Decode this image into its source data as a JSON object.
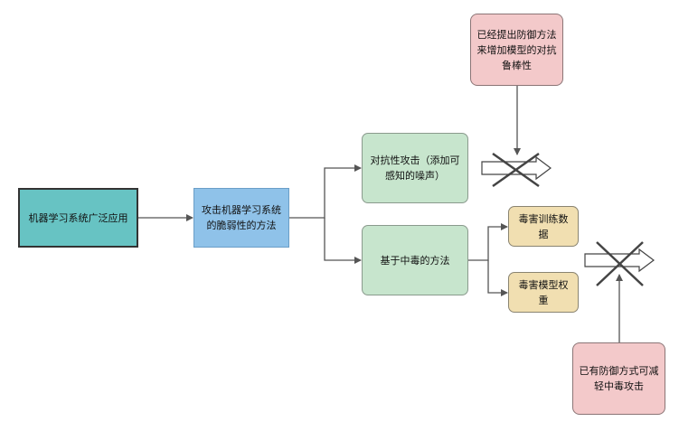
{
  "nodes": {
    "root": "机器学习系统广泛应用",
    "attack": "攻击机器学习系统的脆弱性的方法",
    "adversarial": "对抗性攻击（添加可感知的噪声）",
    "poisoning": "基于中毒的方法",
    "poison_data": "毒害训练数据",
    "poison_weights": "毒害模型权重",
    "defense_adversarial": "已经提出防御方法来增加模型的对抗鲁棒性",
    "defense_poisoning": "已有防御方式可减轻中毒攻击"
  },
  "colors": {
    "root_fill": "#67c3c3",
    "attack_fill": "#8fc2e9",
    "method_fill": "#c7e5cd",
    "subtype_fill": "#f1dfb1",
    "defense_fill": "#f3c9ca",
    "connector": "#555555"
  },
  "icons": [
    "blocked-arrow-icon",
    "cross-icon"
  ]
}
